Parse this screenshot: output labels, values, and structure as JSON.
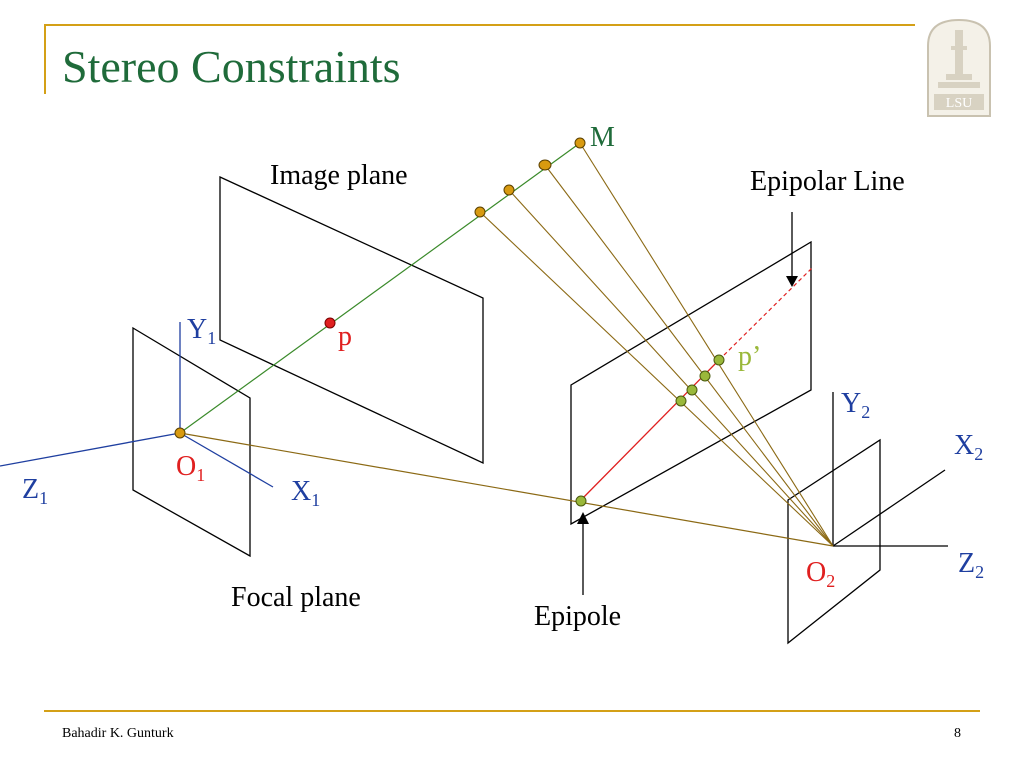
{
  "slide": {
    "title": "Stereo Constraints",
    "footer_author": "Bahadir K. Gunturk",
    "page_number": "8",
    "logo_text": "LSU"
  },
  "diagram": {
    "labels": {
      "M": "M",
      "image_plane": "Image plane",
      "epipolar_line": "Epipolar Line",
      "p": "p",
      "p_prime": "p’",
      "Y1": "Y",
      "Y1_sub": "1",
      "O1": "O",
      "O1_sub": "1",
      "Z1": "Z",
      "Z1_sub": "1",
      "X1": "X",
      "X1_sub": "1",
      "focal_plane": "Focal plane",
      "epipole": "Epipole",
      "Y2": "Y",
      "Y2_sub": "2",
      "X2": "X",
      "X2_sub": "2",
      "Z2": "Z",
      "Z2_sub": "2",
      "O2": "O",
      "O2_sub": "2"
    },
    "colors": {
      "title": "#1f6b3a",
      "rule": "#d4a017",
      "ray1": "#3a8a2a",
      "ray2": "#8b6914",
      "axis": "#1f3fa0",
      "red": "#e02020",
      "point_gold": "#d89a10",
      "point_green": "#9ab83a",
      "plane": "#000000"
    }
  }
}
